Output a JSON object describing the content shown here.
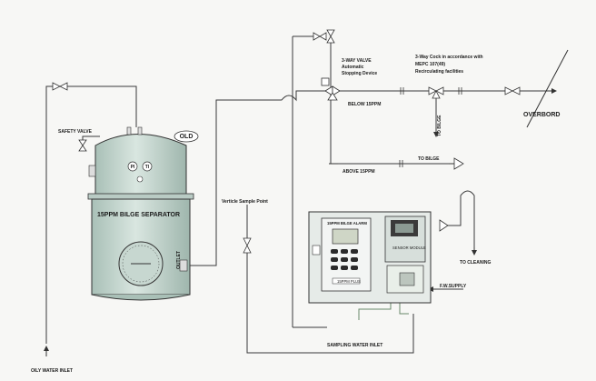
{
  "labels": {
    "old": "OLD",
    "safety_valve": "SAFETY VALVE",
    "pi": "PI",
    "ti": "TI",
    "separator": "15PPM BILGE SEPARATOR",
    "outlet": "OUTLET",
    "oily_water_inlet": "OILY WATER INLET",
    "vertical_sample_point": "Verticle Sample Point",
    "three_way_valve_1": "3-WAY VALVE",
    "three_way_valve_2": "Automatic",
    "three_way_valve_3": "Stopping Device",
    "three_way_cock_1": "3-Way Cock in accordance with",
    "three_way_cock_2": "MEPC 107(49)",
    "three_way_cock_3": "Recirculating facilities",
    "below_15ppm": "BELOW 15PPM",
    "to_bilge_vertical": "TO BILGE",
    "overbord": "OVERBORD",
    "above_15ppm": "ABOVE 15PPM",
    "to_bilge": "TO BILGE",
    "alarm_title": "15PPM BILGE ALARM",
    "alarm_plate": "15PPM PLUS",
    "sensor_label": "SENSOR MODULE",
    "to_cleaning": "TO CLEANING",
    "fw_supply": "F.W.SUPPLY",
    "sampling_water_inlet": "SAMPLING WATER INLET"
  },
  "colors": {
    "pipe": "#3a3a3a",
    "vessel_fill": "#c9dad2",
    "panel_fill": "#e6ebe8",
    "display_fill": "#cfd6c6"
  }
}
